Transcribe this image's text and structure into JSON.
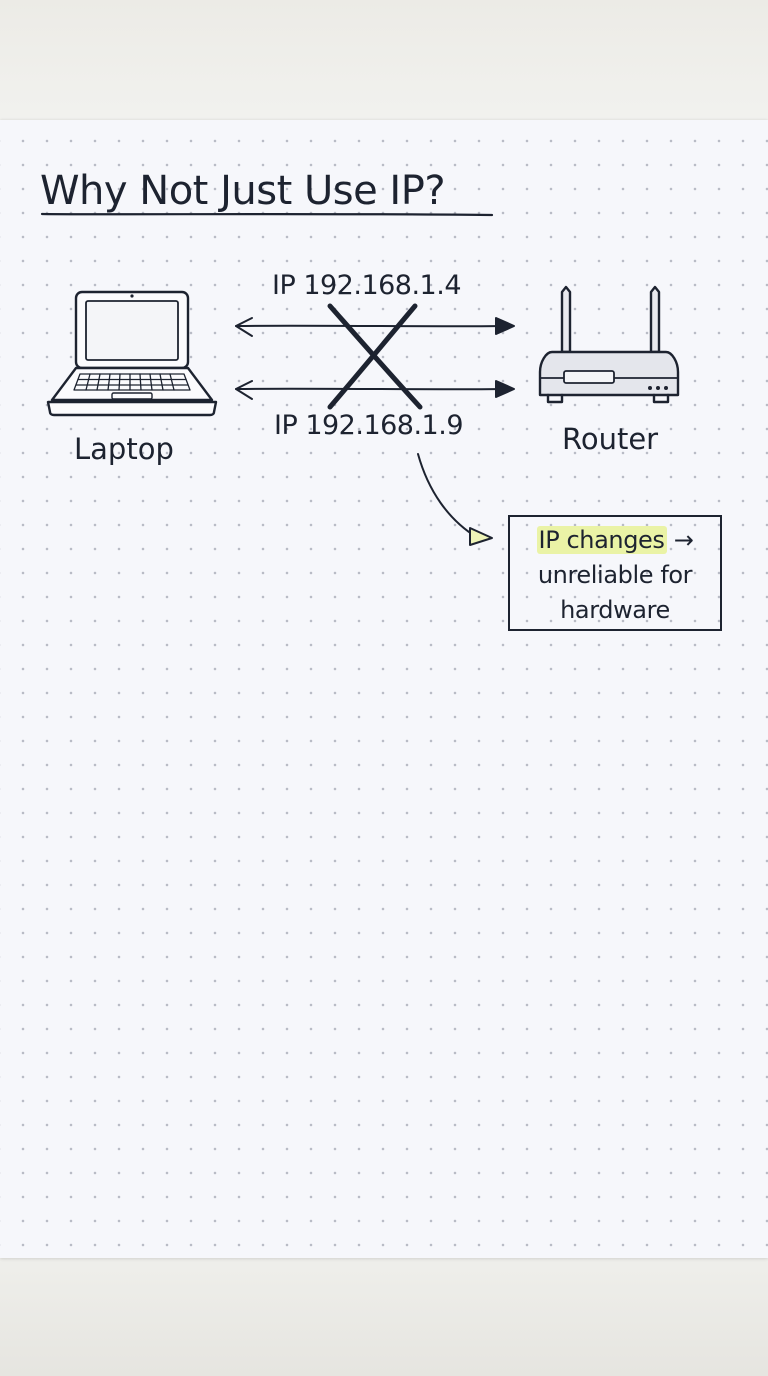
{
  "title": "Why Not Just Use IP?",
  "nodes": {
    "laptop": {
      "label": "Laptop",
      "icon": "laptop-icon"
    },
    "router": {
      "label": "Router",
      "icon": "router-icon"
    }
  },
  "connections": [
    {
      "label": "IP 192.168.1.4",
      "status": "crossed-out"
    },
    {
      "label": "IP 192.168.1.9",
      "status": "crossed-out"
    }
  ],
  "note": {
    "highlight": "IP changes",
    "arrow": "→",
    "line2": "unreliable for",
    "line3": "hardware"
  },
  "colors": {
    "ink": "#1d2330",
    "highlight": "#eaf3a6",
    "paper": "#f6f7fb"
  }
}
